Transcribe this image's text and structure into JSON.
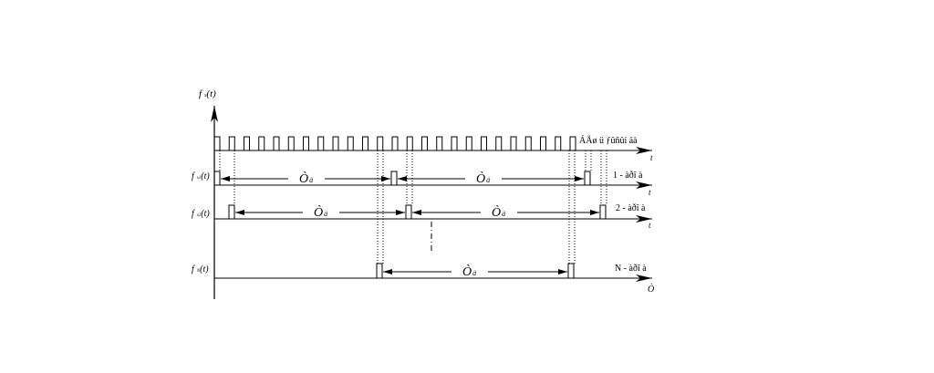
{
  "axis_label_top": "f",
  "axis_label_top_sub": "s",
  "axis_label_t": "(t)",
  "rows": [
    {
      "label": "f",
      "sub": "s1",
      "arg": "(t)",
      "right_label": "1 - àðî à",
      "axis_end": "t"
    },
    {
      "label": "f",
      "sub": "s2",
      "arg": "(t)",
      "right_label": "2 - àðî à",
      "axis_end": "t"
    },
    {
      "label": "f",
      "sub": "N",
      "arg": "(t)",
      "right_label": "N - àðî à",
      "axis_end": "Ò"
    }
  ],
  "clock_label": "ÁÄø ü ƒûñûí äà",
  "clock_axis_end": "t",
  "period_label": "Ò",
  "period_sub": "ä"
}
